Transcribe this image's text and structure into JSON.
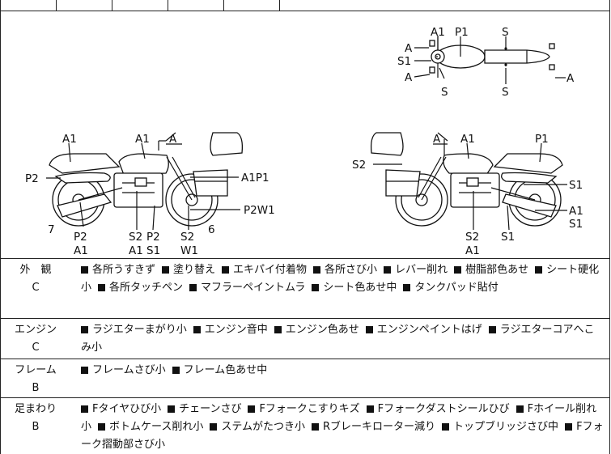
{
  "diagram": {
    "top_labels": [
      "A1",
      "P1",
      "S",
      "A",
      "S1",
      "A",
      "S",
      "S",
      "A"
    ],
    "left_labels": [
      "A1",
      "A1",
      "A",
      "P2",
      "A1P1",
      "P2W1",
      "7",
      "P2",
      "A1",
      "S2",
      "A1",
      "P2",
      "S1",
      "S2",
      "W1",
      "6"
    ],
    "right_labels": [
      "A",
      "A1",
      "P1",
      "S2",
      "S1",
      "A1",
      "S1",
      "S2",
      "A1",
      "S1"
    ]
  },
  "sections": [
    {
      "category": "外　観",
      "grade": "C",
      "items": [
        "各所うすきず",
        "塗り替え",
        "エキパイ付着物",
        "各所さび小",
        "レバー削れ",
        "樹脂部色あせ",
        "シート硬化小",
        "各所タッチペン",
        "マフラーペイントムラ",
        "シート色あせ中",
        "タンクパッド貼付"
      ]
    },
    {
      "category": "エンジン",
      "grade": "C",
      "items": [
        "ラジエターまがり小",
        "エンジン音中",
        "エンジン色あせ",
        "エンジンペイントはげ",
        "ラジエターコアへこみ小"
      ]
    },
    {
      "category": "フレーム",
      "grade": "B",
      "items": [
        "フレームさび小",
        "フレーム色あせ中"
      ]
    },
    {
      "category": "足まわり",
      "grade": "B",
      "items": [
        "Fタイヤひび小",
        "チェーンさび",
        "Fフォークこすりキズ",
        "Fフォークダストシールひび",
        "Fホイール削れ小",
        "ボトムケース削れ小",
        "ステムがたつき小",
        "Rブレーキローター減り",
        "トップブリッジさび中",
        "Fフォーク摺動部さび小"
      ]
    }
  ]
}
